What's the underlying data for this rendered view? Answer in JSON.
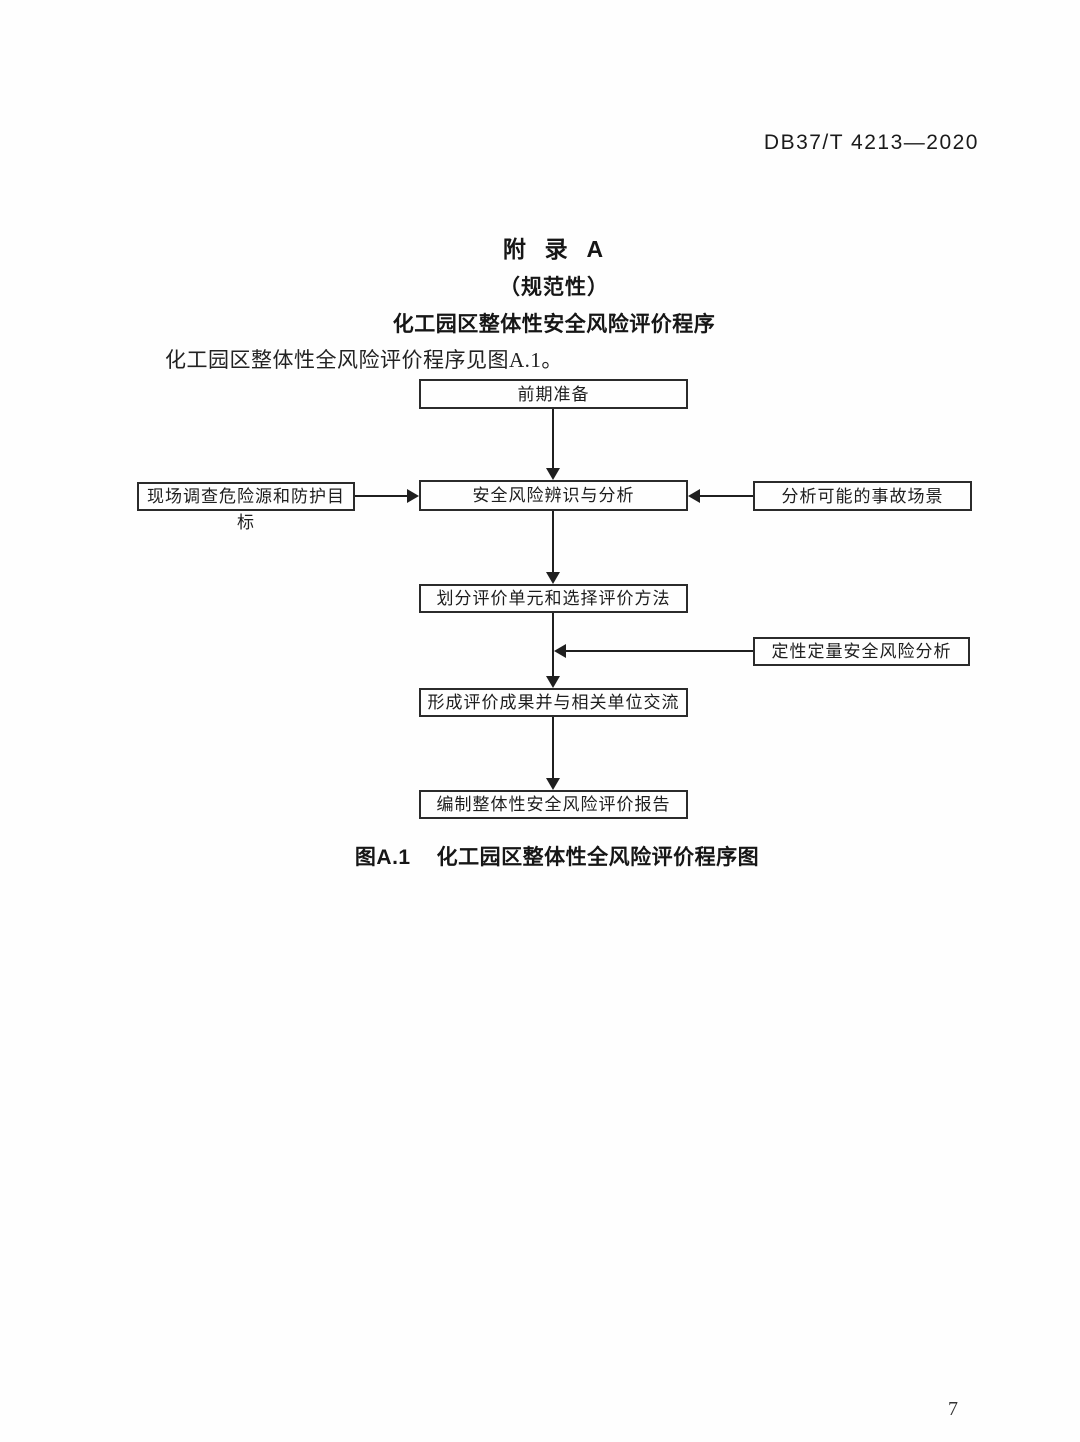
{
  "header": {
    "standard_code": "DB37/T 4213—2020"
  },
  "titles": {
    "appendix": "附  录  A",
    "normative": "（规范性）",
    "subtitle": "化工园区整体性安全风险评价程序"
  },
  "paragraph": "化工园区整体性全风险评价程序见图A.1。",
  "flowchart": {
    "boxes": {
      "preparation": {
        "label": "前期准备"
      },
      "identification": {
        "label": "安全风险辨识与分析"
      },
      "site_survey": {
        "label": "现场调查危险源和防护目标"
      },
      "accident_scenarios": {
        "label": "分析可能的事故场景"
      },
      "divide_units": {
        "label": "划分评价单元和选择评价方法"
      },
      "qual_quant_analysis": {
        "label": "定性定量安全风险分析"
      },
      "form_results": {
        "label": "形成评价成果并与相关单位交流"
      },
      "compile_report": {
        "label": "编制整体性安全风险评价报告"
      }
    }
  },
  "caption": {
    "label": "图A.1",
    "text": "化工园区整体性全风险评价程序图"
  },
  "footer": {
    "page_number": "7"
  }
}
